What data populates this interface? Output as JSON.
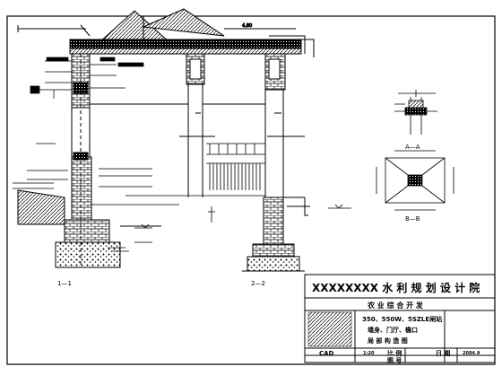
{
  "drawing": {
    "title_block": {
      "institute": "XXXXXXXX 水 利 规 划 设 计 院",
      "project": "农 业 综 合 开 发",
      "drawing_line1": "350、550W、5SZLE闸站",
      "drawing_line2": "墙身、门厅、檐口",
      "drawing_line3": "局 部 构 造 图",
      "software": "CAD",
      "scale_label": "比 例",
      "scale_value": "1:20",
      "date_label": "日 期",
      "date_value": "2004.9",
      "sheet_label": "图 号"
    },
    "details": {
      "section_a": "1—1",
      "section_b": "2—2",
      "plan_a": "A—A",
      "plan_b": "B—B"
    }
  },
  "colors": {
    "line": "#000000",
    "background": "#ffffff"
  }
}
